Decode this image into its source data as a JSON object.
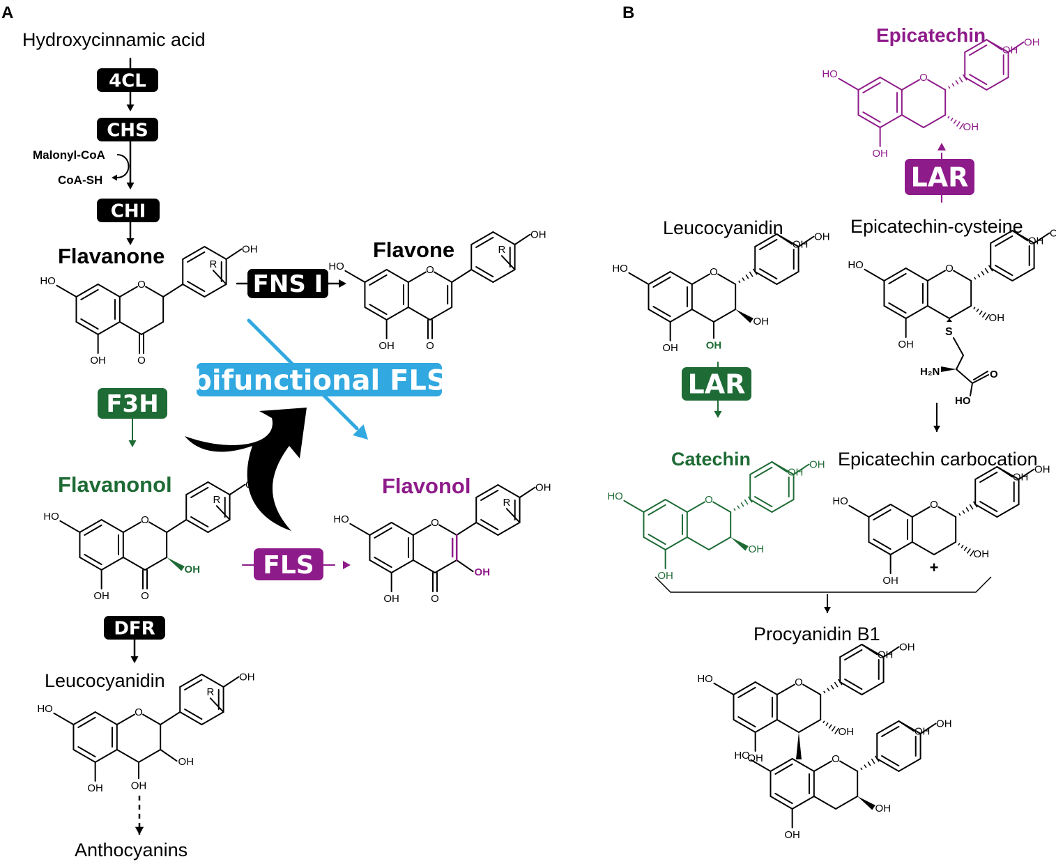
{
  "colors": {
    "black": "#000000",
    "green": "#1e6b35",
    "purple": "#8e1b8a",
    "blue": "#31a8e0",
    "white": "#ffffff"
  },
  "panel_a": {
    "letter": "A",
    "compounds": {
      "hydroxycinnamic": "Hydroxycinnamic acid",
      "flavanone": "Flavanone",
      "flavone": "Flavone",
      "flavanonol": "Flavanonol",
      "flavonol": "Flavonol",
      "leucocyanidin": "Leucocyanidin",
      "anthocyanins": "Anthocyanins"
    },
    "cofactors": {
      "malonyl": "Malonyl-CoA",
      "coash": "CoA-SH"
    },
    "enzymes": {
      "c4cl": "4CL",
      "chs": "CHS",
      "chi": "CHI",
      "fns": "FNS I",
      "f3h": "F3H",
      "fls": "FLS",
      "dfr": "DFR",
      "bifunctional": "bifunctional FLS"
    }
  },
  "panel_b": {
    "letter": "B",
    "compounds": {
      "epicatechin": "Epicatechin",
      "leucocyanidin": "Leucocyanidin",
      "epicatechin_cys": "Epicatechin-cysteine",
      "catechin": "Catechin",
      "carbocation": "Epicatechin carbocation",
      "procyanidin": "Procyanidin B1"
    },
    "enzymes": {
      "lar_top": "LAR",
      "lar_green": "LAR"
    }
  },
  "atoms": {
    "oh": "OH",
    "ho": "HO",
    "o": "O",
    "r": "R",
    "s": "S",
    "plus": "+",
    "h2n": "H₂N"
  }
}
